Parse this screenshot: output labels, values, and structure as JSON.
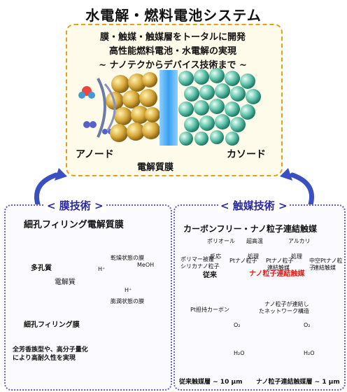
{
  "title": "水電解・燃料電池システム",
  "top": {
    "line1": "膜・触媒・触媒層をトータルに開発",
    "line2": "高性能燃料電池・水電解の実現",
    "line3": "~ ナノテクからデバイス技術まで ~",
    "anode": "アノード",
    "cathode": "カソード",
    "membrane": "電解質膜"
  },
  "left": {
    "title": "< 膜技術 >",
    "subtitle": "細孔フィリング電解質膜",
    "porous": "多孔質",
    "electrolyte": "電解質",
    "filled": "細孔フィリング膜",
    "dry": "乾燥状態の膜",
    "hplus1": "H⁺",
    "meoh": "MeOH",
    "hplus2": "H⁺",
    "swollen": "膨潤状態の膜",
    "note1": "全芳香族型や、高分子量化",
    "note2": "により高耐久性を実現"
  },
  "right": {
    "title": "< 触媒技術 >",
    "subtitle": "カーボンフリー・ナノ粒子連結触媒",
    "s1a": "ポリマー被覆",
    "s1b": "シリカナノ粒子",
    "s2a": "ポリオール",
    "s2b": "反応",
    "s3": "Ptナノ粒子",
    "s4a": "超高温",
    "s4b": "処理",
    "s5a": "Ptナノ粒子",
    "s5b": "連結触媒",
    "s6a": "アルカリ",
    "s6b": "処理",
    "s7a": "中空Ptナノ粒子",
    "s7b": "連結触媒",
    "conventional": "従来",
    "ptcarbon": "Pt担持カーボン",
    "nano_red": "ナノ粒子連結触媒",
    "network1": "ナノ粒子が連結し",
    "network2": "たネットワーク構造",
    "o2a": "O₂",
    "h2oa": "H₂O",
    "o2b": "O₂",
    "h2ob": "H₂O",
    "layer1": "従来触媒層 ~ 10 μm",
    "layer2": "ナノ粒子連結触媒層 ~ 1 μm"
  },
  "colors": {
    "orange_border": "#e0a21c",
    "purple_border": "#6a60c4",
    "arrow": "#3a4fc0",
    "red_text": "#e0201a"
  }
}
